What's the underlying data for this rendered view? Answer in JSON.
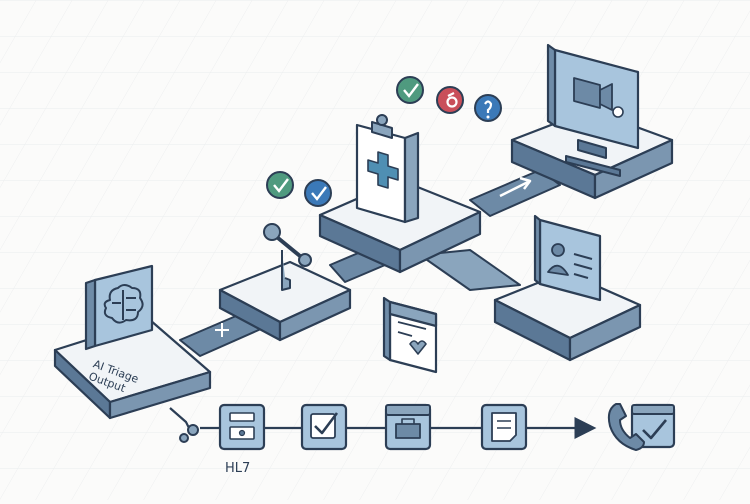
{
  "labels": {
    "source_node": "AI Triage\nOutput",
    "protocol": "HL7"
  },
  "nodes": [
    {
      "id": "ai-triage",
      "icon": "brain-icon"
    },
    {
      "id": "integration-hub",
      "icon": "key-icon"
    },
    {
      "id": "clinical-record",
      "icon": "medical-clipboard-icon"
    },
    {
      "id": "clinician-display",
      "icon": "video-monitor-icon"
    },
    {
      "id": "patient-profile",
      "icon": "id-card-icon"
    }
  ],
  "status_badges": [
    {
      "type": "check",
      "color": "#4f9a7f"
    },
    {
      "type": "check",
      "color": "#3b79b8"
    },
    {
      "type": "check",
      "color": "#4f9a7f"
    },
    {
      "type": "alert",
      "color": "#c94f5a"
    },
    {
      "type": "info",
      "color": "#3b79b8"
    }
  ],
  "pipeline_steps": [
    {
      "icon": "message-card-icon"
    },
    {
      "icon": "checkbox-icon"
    },
    {
      "icon": "inbox-icon"
    },
    {
      "icon": "document-icon"
    },
    {
      "icon": "phone-calendar-icon"
    }
  ],
  "colors": {
    "outline": "#2c3e55",
    "platform_top": "#f1f4f7",
    "platform_side": "#5b7896",
    "panel_fill": "#a8c5dd",
    "accent_green": "#4f9a7f",
    "accent_blue": "#3b79b8",
    "accent_red": "#c94f5a"
  }
}
